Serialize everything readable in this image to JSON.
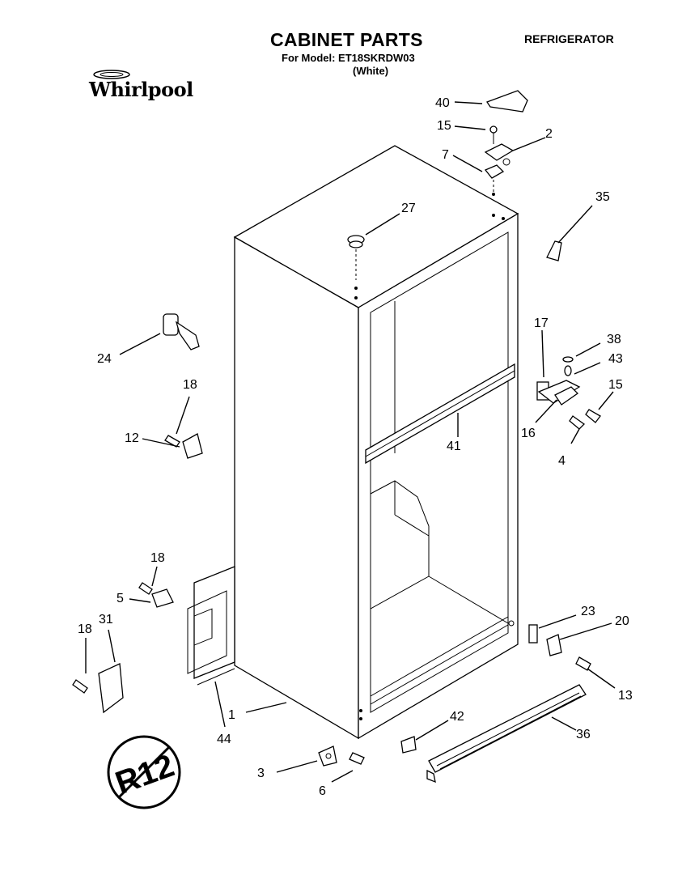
{
  "header": {
    "title": "CABINET PARTS",
    "model_line": "For Model: ET18SKRDW03",
    "color": "(White)",
    "product": "REFRIGERATOR"
  },
  "brand": {
    "name": "Whirlpool"
  },
  "stamp": {
    "text": "R12",
    "icon": "no-r12-symbol-icon"
  },
  "callouts": {
    "p40": "40",
    "p15a": "15",
    "p2": "2",
    "p7": "7",
    "p35": "35",
    "p27": "27",
    "p24": "24",
    "p17": "17",
    "p38": "38",
    "p43": "43",
    "p15b": "15",
    "p16": "16",
    "p4": "4",
    "p41": "41",
    "p18a": "18",
    "p12": "12",
    "p18b": "18",
    "p5": "5",
    "p31": "31",
    "p18c": "18",
    "p23": "23",
    "p20": "20",
    "p13": "13",
    "p1": "1",
    "p44": "44",
    "p42": "42",
    "p36": "36",
    "p3": "3",
    "p6": "6"
  }
}
